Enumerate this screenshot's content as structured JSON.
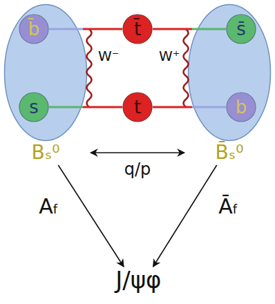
{
  "diagram": {
    "nodes": [
      {
        "text": [
          "Bₛ⁰"
        ]
      },
      {
        "text": [
          "b̄"
        ],
        "in": 0
      },
      {
        "text": [
          "s"
        ],
        "in": 0
      },
      {
        "text": [
          "t̄"
        ]
      },
      {
        "text": [
          "t"
        ]
      },
      {
        "text": [
          "B̄ₛ⁰"
        ]
      },
      {
        "text": [
          "s̄"
        ],
        "in": 5
      },
      {
        "text": [
          "b"
        ],
        "in": 5
      },
      {
        "text": [
          "J/ψφ"
        ]
      }
    ],
    "edges": [
      {
        "from": 1,
        "to": 3,
        "arrow": "none"
      },
      {
        "from": 3,
        "to": 6,
        "arrow": "none"
      },
      {
        "from": 2,
        "to": 4,
        "arrow": "none"
      },
      {
        "from": 4,
        "to": 7,
        "arrow": "none"
      },
      {
        "from": 0,
        "to": 5,
        "arrow": "both",
        "label": "q/p"
      },
      {
        "from": 0,
        "to": 8,
        "arrow": "to",
        "label": "Af"
      },
      {
        "from": 5,
        "to": 8,
        "arrow": "to",
        "label": "Āf"
      }
    ],
    "labels": [
      "W⁻",
      "W⁺"
    ]
  }
}
